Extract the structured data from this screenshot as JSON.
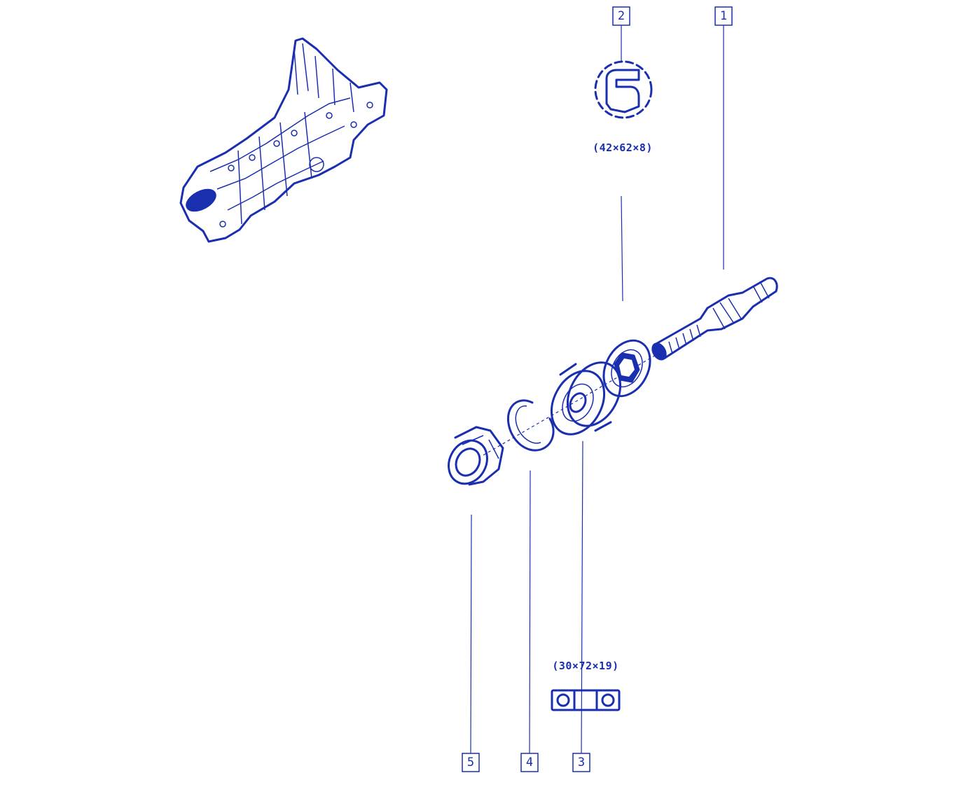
{
  "colors": {
    "ink": "#1a2fb0",
    "background": "#ffffff"
  },
  "callouts": [
    {
      "id": "1",
      "label": "1"
    },
    {
      "id": "2",
      "label": "2"
    },
    {
      "id": "3",
      "label": "3"
    },
    {
      "id": "4",
      "label": "4"
    },
    {
      "id": "5",
      "label": "5"
    }
  ],
  "dimensions": {
    "seal": "(42×62×8)",
    "bearing": "(30×72×19)"
  },
  "icons": [
    "transmission-icon",
    "shaft-icon",
    "oil-seal-icon",
    "bearing-icon",
    "snap-ring-icon",
    "nut-icon",
    "seal-detail-icon",
    "bearing-detail-icon"
  ]
}
